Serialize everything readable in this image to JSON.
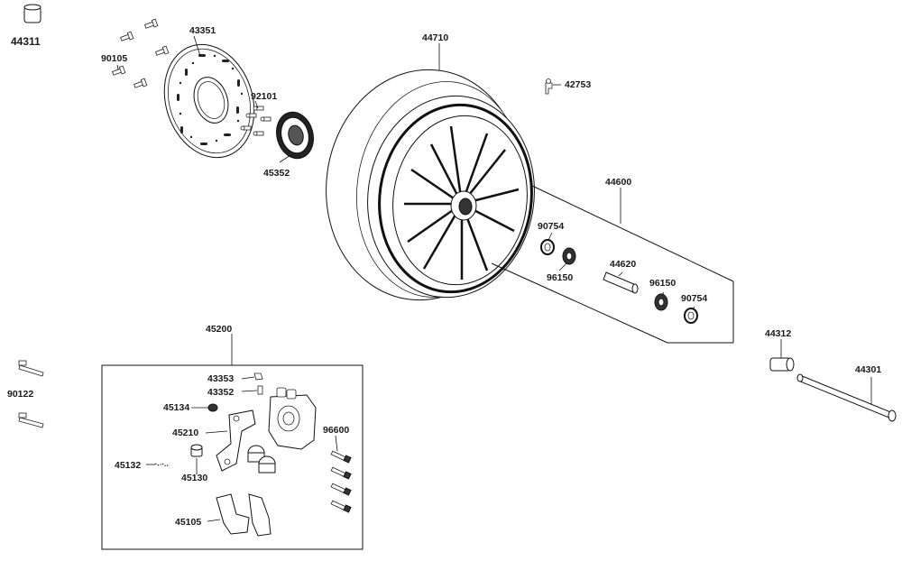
{
  "labels": {
    "p44311": "44311",
    "p43351": "43351",
    "p90105": "90105",
    "p92101": "92101",
    "p45352": "45352",
    "p44710": "44710",
    "p42753": "42753",
    "p44600": "44600",
    "p90754a": "90754",
    "p96150a": "96150",
    "p44620": "44620",
    "p96150b": "96150",
    "p90754b": "90754",
    "p45200": "45200",
    "p43353": "43353",
    "p43352": "43352",
    "p45134": "45134",
    "p45210": "45210",
    "p45130": "45130",
    "p45132": "45132",
    "p96600": "96600",
    "p45105": "45105",
    "p90122": "90122",
    "p44312": "44312",
    "p44301": "44301"
  },
  "colors": {
    "line": "#111111",
    "background": "#ffffff"
  }
}
